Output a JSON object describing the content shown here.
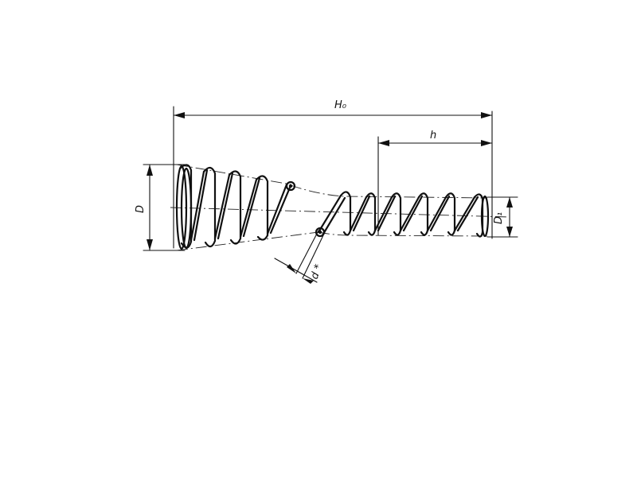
{
  "labels": {
    "overall_length": "H₀",
    "partial_length": "h",
    "large_diameter": "D",
    "small_diameter": "D₁",
    "wire_diameter": "d *"
  }
}
